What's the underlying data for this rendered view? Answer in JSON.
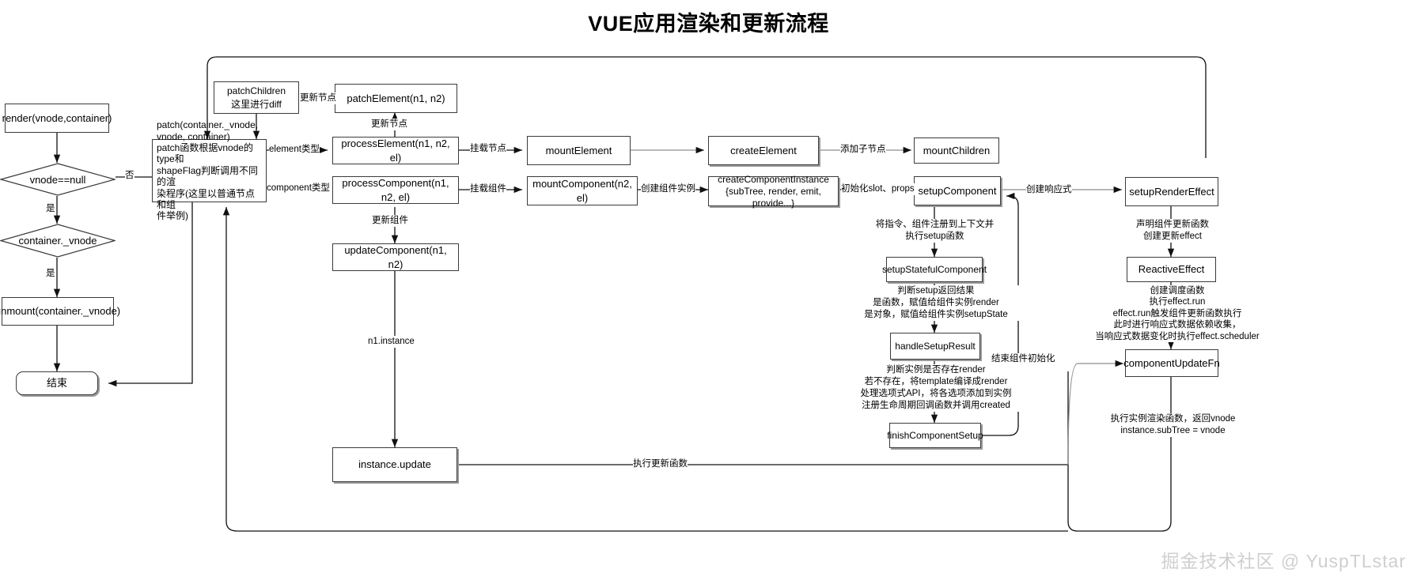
{
  "page": {
    "title": "VUE应用渲染和更新流程",
    "watermark": "掘金技术社区 @ YuspTLstar",
    "bg_color": "#ffffff",
    "node_border_color": "#3b3b3b",
    "shadow_color": "#9a9a9a"
  },
  "nodes": {
    "render": "render(vnode,container)",
    "vnode_null": "vnode==null",
    "container_vnode": "container._vnode",
    "unmount": "unmount(container._vnode)",
    "end": "结束",
    "patch": "patch(container._vnode,\nvnode, container)\npatch函数根据vnode的type和\nshapeFlag判断调用不同的渲\n染程序(这里以普通节点和组\n件举例)",
    "patch_children": "patchChildren\n这里进行diff",
    "patch_element": "patchElement(n1, n2)",
    "process_element": "processElement(n1, n2, el)",
    "process_component": "processComponent(n1, n2, el)",
    "update_component": "updateComponent(n1, n2)",
    "mount_element": "mountElement",
    "mount_component": "mountComponent(n2, el)",
    "create_element": "createElement",
    "create_component_instance": "createComponentInstance\n{subTree, render, emit, provide...}",
    "mount_children": "mountChildren",
    "setup_component": "setupComponent",
    "setup_stateful_component": "setupStatefulComponent",
    "handle_setup_result": "handleSetupResult",
    "finish_component_setup": "finishComponentSetup",
    "setup_render_effect": "setupRenderEffect",
    "reactive_effect": "ReactiveEffect",
    "component_update_fn": "componentUpdateFn",
    "instance_update": "instance.update"
  },
  "edge_labels": {
    "no": "否",
    "yes_1": "是",
    "yes_2": "是",
    "element_type": "element类型",
    "component_type": "component类型",
    "update_node_1": "更新节点",
    "update_node_2": "更新节点",
    "update_component": "更新组件",
    "mount_node": "挂载节点",
    "mount_component": "挂载组件",
    "add_child_node": "添加子节点",
    "create_instance": "创建组件实例",
    "init_slot_props": "初始化slot、props",
    "create_reactive": "创建响应式",
    "register_and_setup": "将指令、组件注册到上下文并\n执行setup函数",
    "judge_setup_result": "判断setup返回结果\n是函数，赋值给组件实例render\n是对象，赋值给组件实例setupState",
    "judge_instance_render": "判断实例是否存在render\n若不存在，将template编译成render\n处理选项式API，将各选项添加到实例\n注册生命周期回调函数并调用created",
    "finish_component_init": "结束组件初始化",
    "declare_update_fn": "声明组件更新函数\n创建更新effect",
    "create_scheduler": "创建调度函数\n执行effect.run\neffect.run触发组件更新函数执行\n此时进行响应式数据依赖收集，\n当响应式数据变化时执行effect.scheduler",
    "run_render_fn": "执行实例渲染函数，返回vnode\ninstance.subTree = vnode",
    "n1_instance": "n1.instance",
    "run_update_fn": "执行更新函数"
  }
}
